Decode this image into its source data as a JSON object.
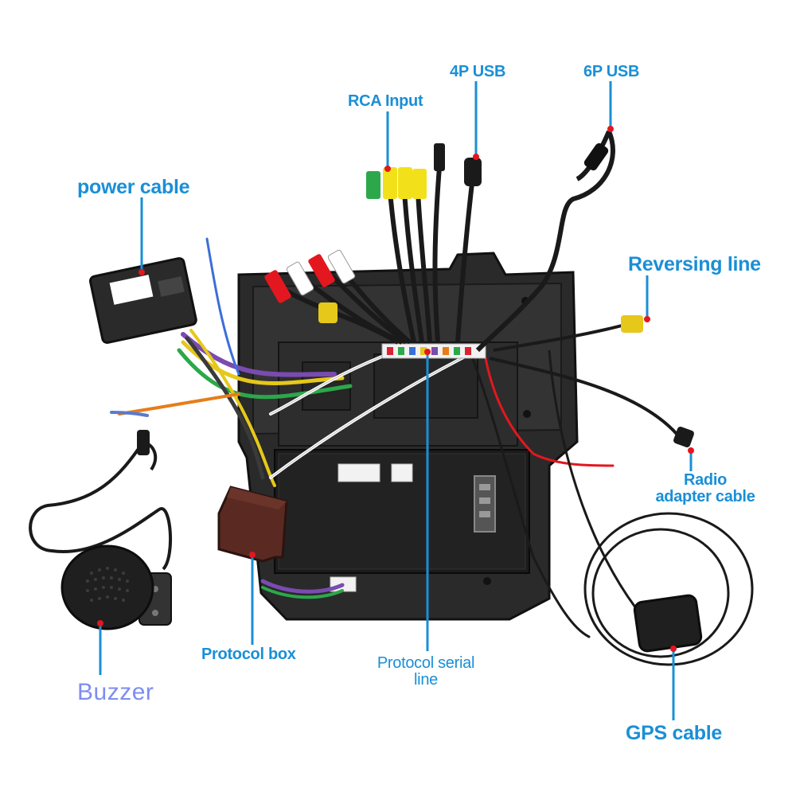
{
  "accent_color": "#1a8fd6",
  "buzzer_color": "#7d8ef0",
  "marker_color": "#e3171f",
  "labels": {
    "power_cable": "power cable",
    "rca_input": "RCA Input",
    "usb_4p": "4P USB",
    "usb_6p": "6P USB",
    "reversing_line": "Reversing line",
    "radio_adapter_line1": "Radio",
    "radio_adapter_line2": "adapter cable",
    "protocol_box": "Protocol box",
    "protocol_serial_line1": "Protocol serial",
    "protocol_serial_line2": "line",
    "buzzer": "Buzzer",
    "gps_cable": "GPS cable"
  }
}
